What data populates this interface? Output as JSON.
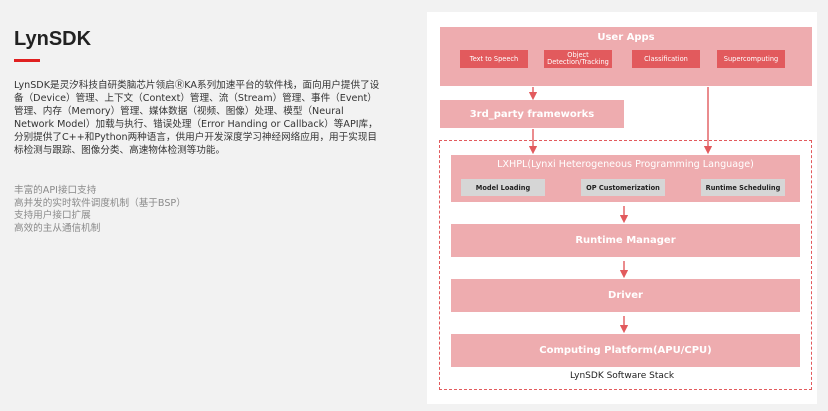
{
  "left": {
    "title": "LynSDK",
    "description": "LynSDK是灵汐科技自研类脑芯片领启ⓇKA系列加速平台的软件栈，面向用户提供了设备（Device）管理、上下文（Context）管理、流（Stream）管理、事件（Event）管理、内存（Memory）管理、媒体数据（视频、图像）处理、模型（Neural Network Model）加载与执行、错误处理（Error Handing or Callback）等API库，分别提供了C++和Python两种语言，供用户开发深度学习神经网络应用，用于实现目标检测与跟踪、图像分类、高速物体检测等功能。",
    "features": [
      "丰富的API接口支持",
      "高并发的实时软件调度机制（基于BSP）",
      "支持用户接口扩展",
      "高效的主从通信机制"
    ]
  },
  "diagram": {
    "user_apps": {
      "label": "User  Apps",
      "items": [
        "Text to Speech",
        "Object Detection/Tracking",
        "Classification",
        "Supercomputing"
      ]
    },
    "frameworks_label": "3rd_party frameworks",
    "lxhpl": {
      "label": "LXHPL(Lynxi Heterogeneous Programming Language)",
      "items": [
        "Model Loading",
        "OP Customerization",
        "Runtime Scheduling"
      ]
    },
    "runtime_label": "Runtime Manager",
    "driver_label": "Driver",
    "computing_label": "Computing Platform(APU/CPU)",
    "caption": "LynSDK Software Stack"
  },
  "colors": {
    "accent_red": "#e25a5d",
    "light_pink": "#eeacaf",
    "gray_box": "#d6d6d6",
    "title_bar": "#e02020"
  }
}
